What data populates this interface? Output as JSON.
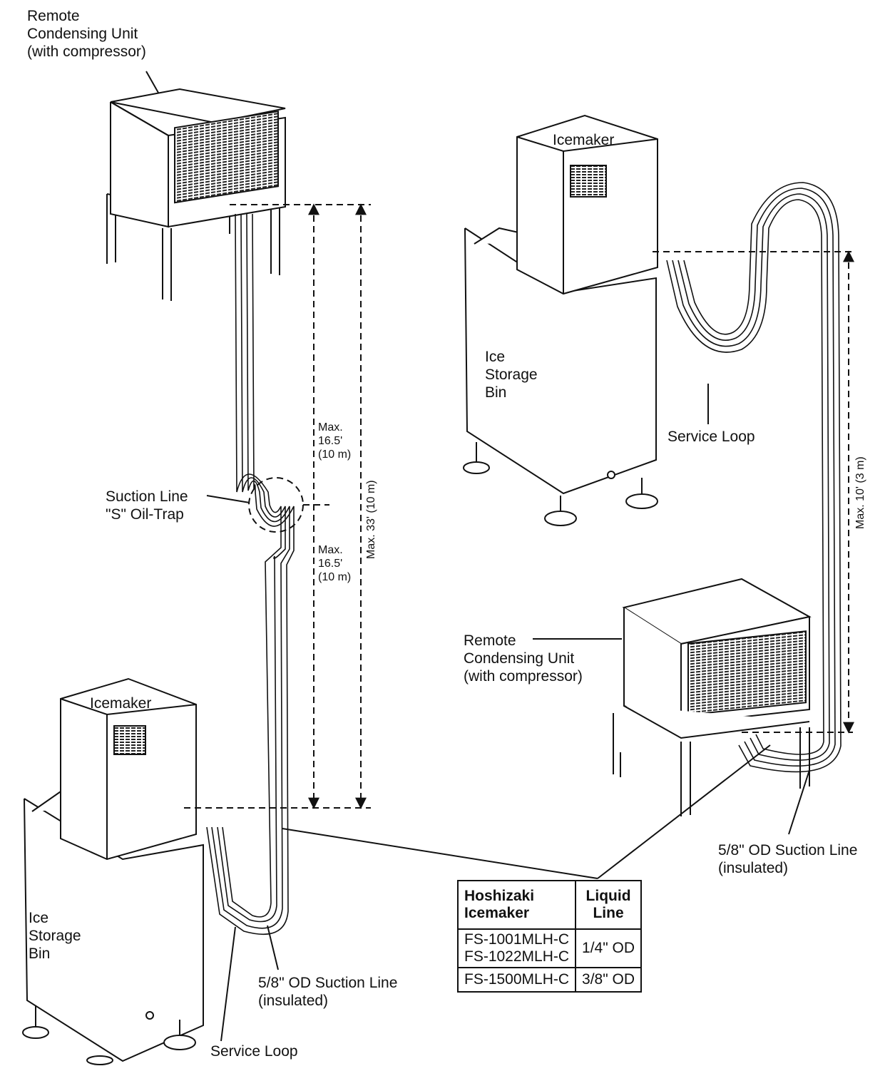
{
  "labels": {
    "rcu_top": "Remote\nCondensing Unit\n(with compressor)",
    "icemaker_right": "Icemaker",
    "bin_right": "Ice\nStorage\nBin",
    "service_loop_right": "Service Loop",
    "max_upper": "Max.\n16.5'\n(10 m)",
    "max_lower": "Max.\n16.5'\n(10 m)",
    "max_33": "Max. 33' (10 m)",
    "max_10": "Max. 10' (3 m)",
    "oil_trap": "Suction Line\n\"S\" Oil-Trap",
    "rcu_right": "Remote\nCondensing Unit\n(with compressor)",
    "icemaker_left": "Icemaker",
    "bin_left": "Ice\nStorage\nBin",
    "suction_right": "5/8\" OD Suction Line\n(insulated)",
    "suction_left": "5/8\" OD Suction Line\n(insulated)",
    "service_loop_left": "Service Loop"
  },
  "table": {
    "headers": [
      "Hoshizaki\nIcemaker",
      "Liquid\nLine"
    ],
    "rows": [
      {
        "models": [
          "FS-1001MLH-C",
          "FS-1022MLH-C"
        ],
        "line": "1/4\" OD"
      },
      {
        "models": [
          "FS-1500MLH-C"
        ],
        "line": "3/8\" OD"
      }
    ]
  },
  "colors": {
    "line": "#111111",
    "paper": "#ffffff"
  }
}
